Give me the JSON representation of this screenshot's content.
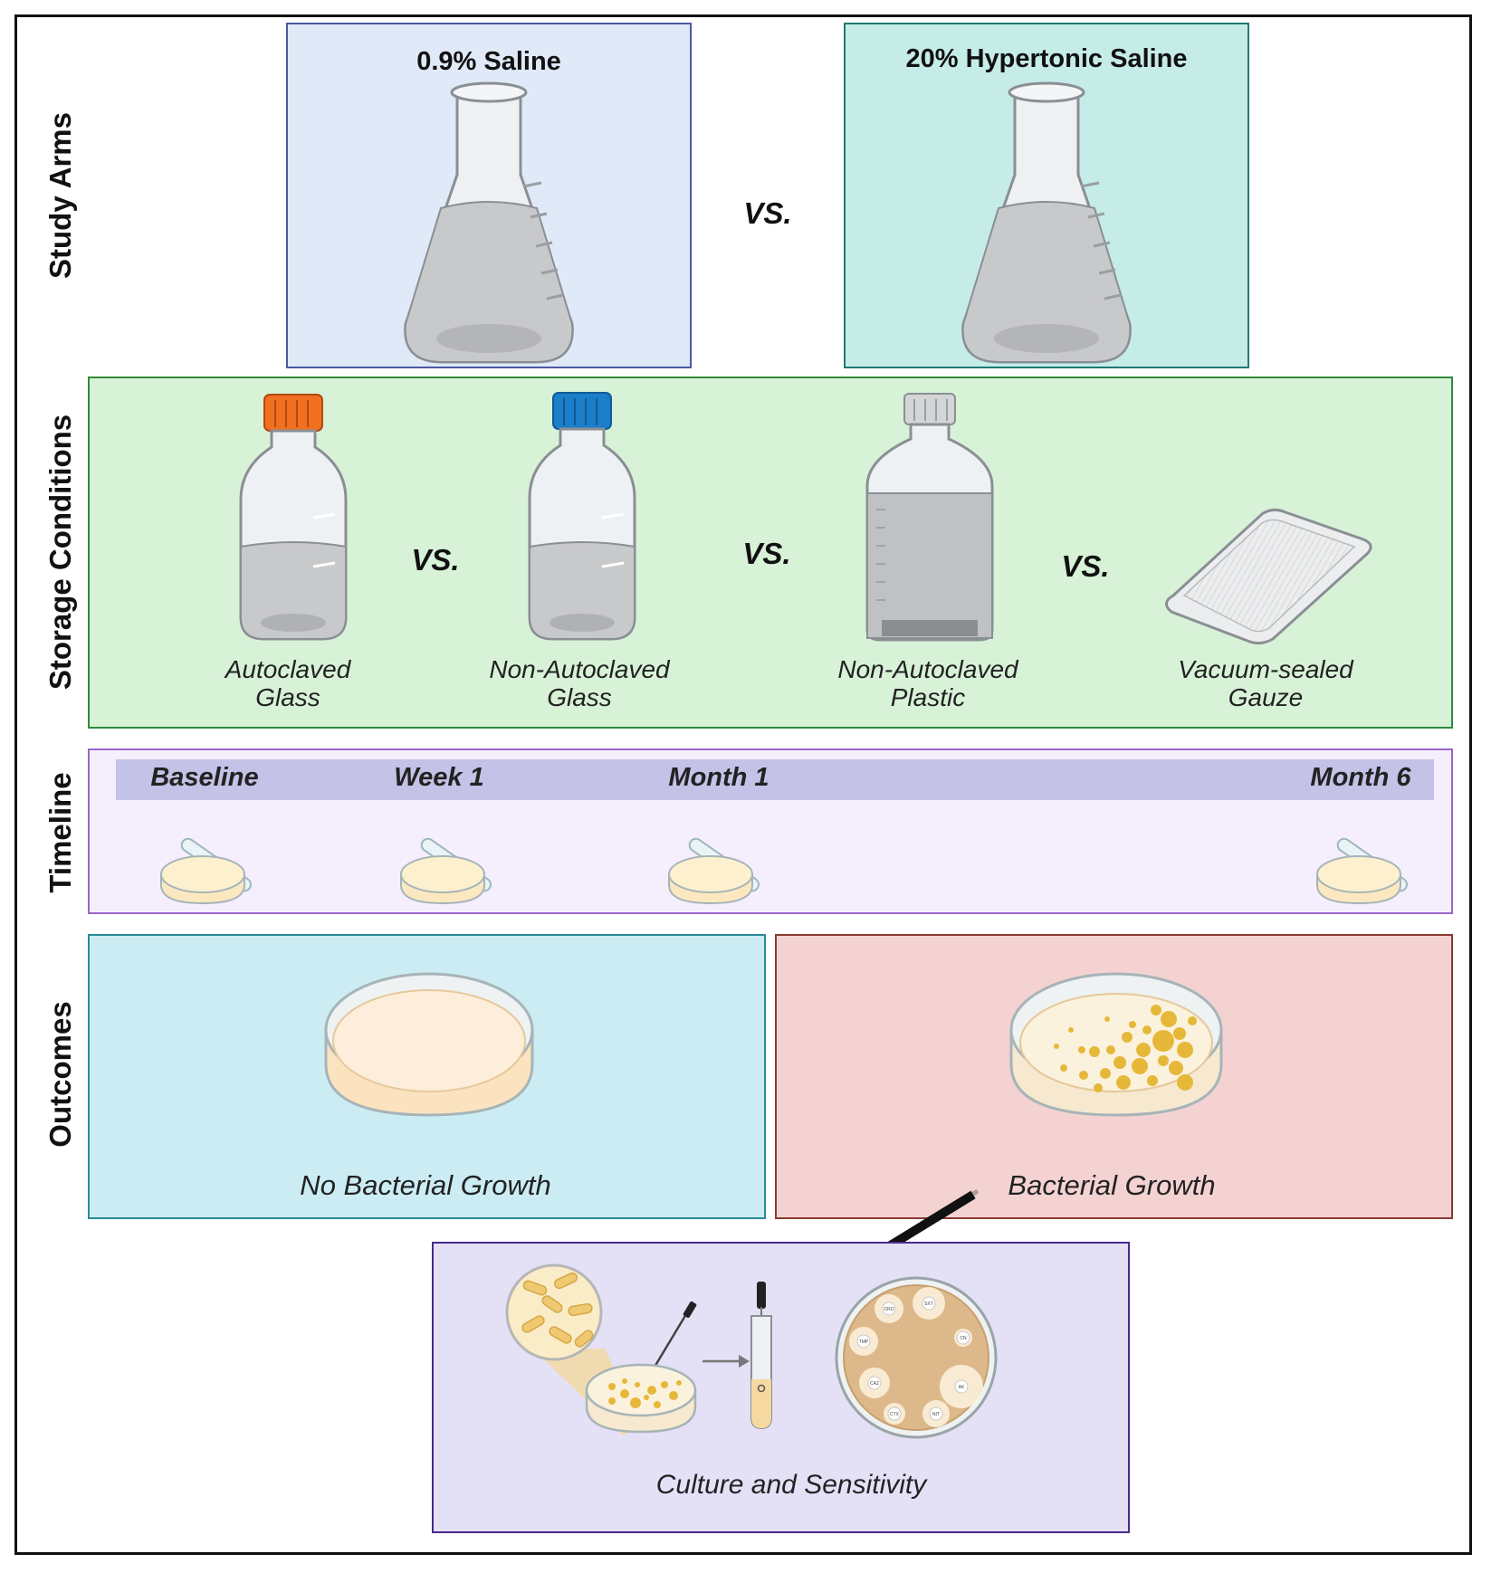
{
  "rows": {
    "study_arms": "Study Arms",
    "storage": "Storage Conditions",
    "timeline": "Timeline",
    "outcomes": "Outcomes"
  },
  "study_arms": {
    "arm1": "0.9% Saline",
    "arm2": "20% Hypertonic Saline",
    "vs": "VS."
  },
  "storage": {
    "vs": "VS.",
    "items": [
      {
        "line1": "Autoclaved",
        "line2": "Glass"
      },
      {
        "line1": "Non-Autoclaved",
        "line2": "Glass"
      },
      {
        "line1": "Non-Autoclaved",
        "line2": "Plastic"
      },
      {
        "line1": "Vacuum-sealed",
        "line2": "Gauze"
      }
    ]
  },
  "timeline": {
    "points": [
      "Baseline",
      "Week 1",
      "Month 1",
      "Month 6"
    ]
  },
  "outcomes": {
    "no_growth": "No Bacterial Growth",
    "growth": "Bacterial Growth",
    "culture": "Culture and Sensitivity"
  },
  "antibiotic_discs": [
    "CRO",
    "SXT",
    "TMP",
    "CN",
    "CAZ",
    "AK",
    "CTX",
    "NIT"
  ],
  "colors": {
    "study_arm_1_fill": "#e0e9f8",
    "study_arm_1_border": "#4a5aa0",
    "study_arm_2_fill": "#c6ece8",
    "study_arm_2_border": "#1f7a73",
    "storage_fill": "#d8f2d8",
    "storage_border": "#2f8a3c",
    "timeline_fill": "#f5effd",
    "timeline_border": "#9a66c8",
    "timeline_band": "#c4c2e6",
    "no_growth_fill": "#ccecf4",
    "no_growth_border": "#2a8a98",
    "growth_fill": "#f4d2d2",
    "growth_border": "#8a3a30",
    "culture_fill": "#e4e0f6",
    "culture_border": "#4a2a8a",
    "orange_cap": "#f07020",
    "blue_cap": "#1a7fc8"
  }
}
